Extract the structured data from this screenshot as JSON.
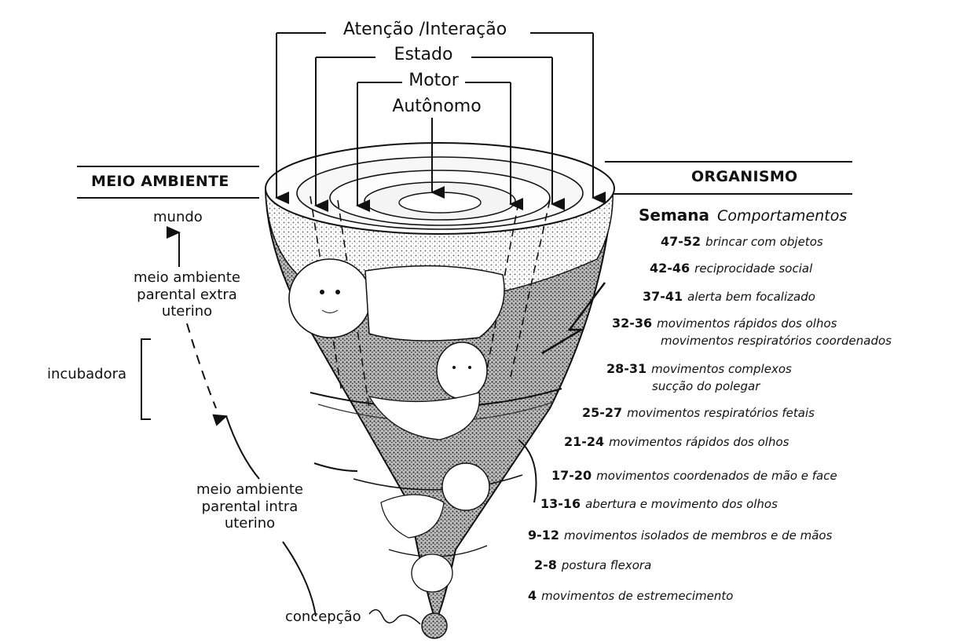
{
  "top_labels": {
    "attention": "Atenção /Interação",
    "state": "Estado",
    "motor": "Motor",
    "autonomic": "Autônomo"
  },
  "left": {
    "header": "MEIO AMBIENTE",
    "world": "mundo",
    "extra_uterine": "meio ambiente parental extra uterino",
    "incubator": "incubadora",
    "intra_uterine": "meio ambiente parental intra uterino",
    "conception": "concepção"
  },
  "right": {
    "header": "ORGANISMO",
    "col_week": "Semana",
    "col_behaviors": "Comportamentos",
    "rows": [
      {
        "week": "47-52",
        "behavior": "brincar com objetos"
      },
      {
        "week": "42-46",
        "behavior": "reciprocidade social"
      },
      {
        "week": "37-41",
        "behavior": "alerta bem focalizado"
      },
      {
        "week": "32-36",
        "behavior": "movimentos rápidos dos olhos",
        "behavior2": "movimentos respiratórios coordenados"
      },
      {
        "week": "28-31",
        "behavior": "movimentos complexos",
        "behavior2": "sucção do polegar"
      },
      {
        "week": "25-27",
        "behavior": "movimentos respiratórios fetais"
      },
      {
        "week": "21-24",
        "behavior": "movimentos rápidos dos olhos"
      },
      {
        "week": "17-20",
        "behavior": "movimentos coordenados de mão e face"
      },
      {
        "week": "13-16",
        "behavior": "abertura e movimento dos olhos"
      },
      {
        "week": "9-12",
        "behavior": "movimentos isolados de membros e de mãos"
      },
      {
        "week": "2-8",
        "behavior": "postura flexora"
      },
      {
        "week": "4",
        "behavior": "movimentos de estremecimento"
      }
    ]
  }
}
